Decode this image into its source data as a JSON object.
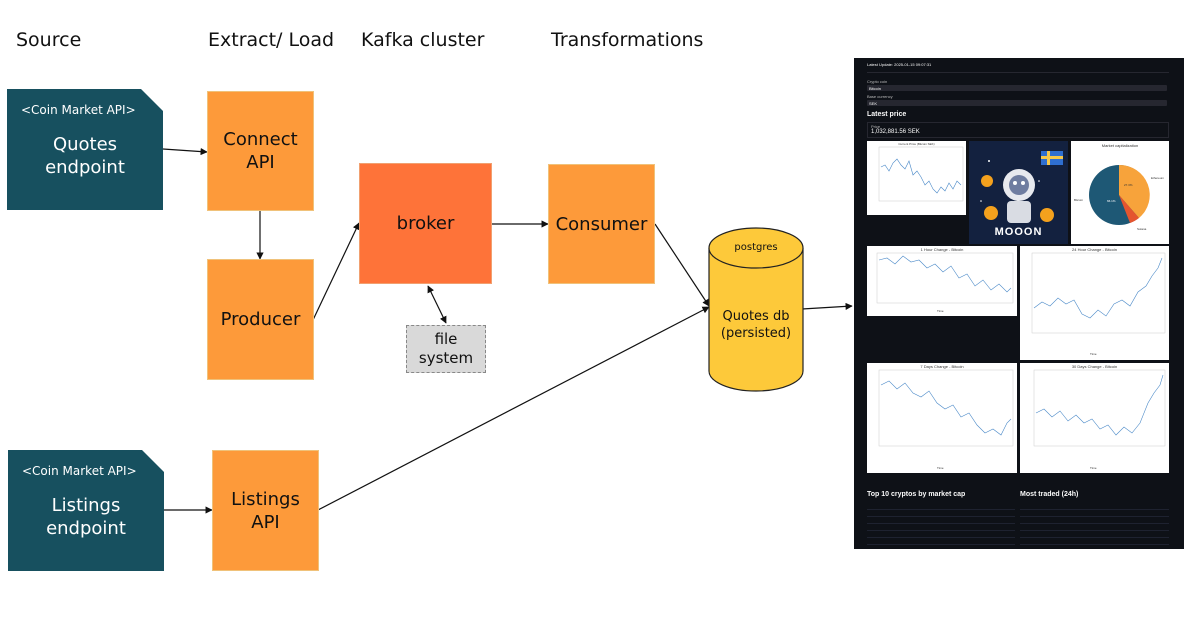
{
  "columns": {
    "source": "Source",
    "extract_load": "Extract/ Load",
    "kafka": "Kafka cluster",
    "transformations": "Transformations"
  },
  "quotes_api": {
    "small": "<Coin Market API>",
    "line1": "Quotes",
    "line2": "endpoint"
  },
  "listings_api": {
    "small": "<Coin Market API>",
    "line1": "Listings",
    "line2": "endpoint"
  },
  "connect_api": {
    "line1": "Connect",
    "line2": "API"
  },
  "producer": "Producer",
  "listings_box": {
    "line1": "Listings",
    "line2": "API"
  },
  "broker": "broker",
  "file_system": {
    "line1": "file",
    "line2": "system"
  },
  "consumer": "Consumer",
  "db": {
    "tag": "postgres",
    "line1": "Quotes db",
    "line2": "(persisted)"
  },
  "dashboard": {
    "top_bar": "Latest Update: 2025-01-15 09:07:31",
    "select1_label": "Crypto coin",
    "select1_value": "Bitcoin",
    "select2_label": "Base currency",
    "select2_value": "SEK",
    "section_latest": "Latest price",
    "price_label": "Price",
    "price_value": "1,032,881.56 SEK",
    "chart1_title": "Current Price (Bitcoin SEK)",
    "logo_text": "MOOON",
    "pie_title": "Market capitalization",
    "pie_labels": [
      "Bitcoin",
      "Ethereum",
      "Solana"
    ],
    "pie_pct": [
      "66.1%",
      "27.3%"
    ],
    "chart_1h": "1 Hour Change - Bitcoin",
    "chart_24h": "24 Hour Change - Bitcoin",
    "chart_7d": "7 Days Change - Bitcoin",
    "chart_30d": "30 Days Change - Bitcoin",
    "axis_time": "Time",
    "table1_title": "Top 10 cryptos by market cap",
    "table2_title": "Most traded (24h)"
  },
  "colors": {
    "api_card": "#17505f",
    "orange": "#fd9a3a",
    "broker": "#fe7339",
    "db": "#fdc93a",
    "dashboard_bg": "#0e1117"
  }
}
